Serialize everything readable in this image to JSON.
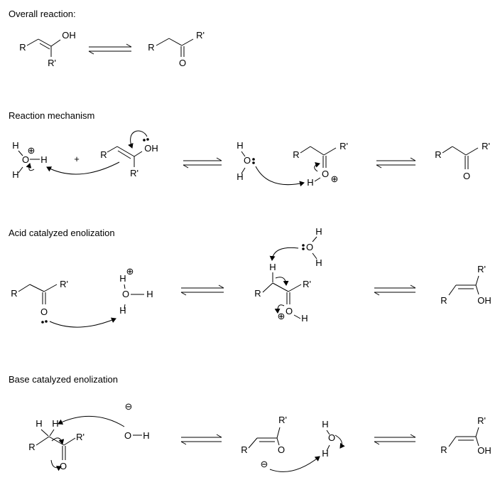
{
  "headings": {
    "overall": "Overall reaction:",
    "mechanism": "Reaction mechanism",
    "acid": "Acid catalyzed enolization",
    "base": "Base catalyzed enolization"
  },
  "atoms": {
    "R": "R",
    "R_prime": "R'",
    "OH": "OH",
    "O": "O",
    "H": "H",
    "plus": "+"
  },
  "charges": {
    "positive": "⊕",
    "negative": "⊖"
  },
  "colors": {
    "ink": "#000000",
    "background": "#ffffff"
  }
}
